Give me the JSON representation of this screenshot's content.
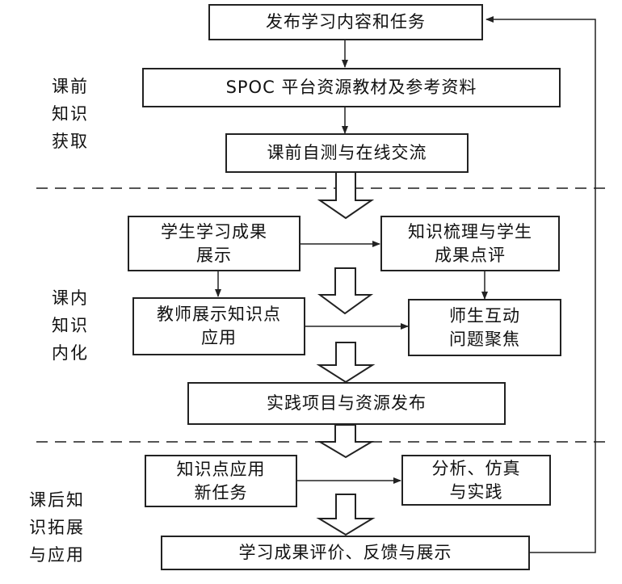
{
  "phases": {
    "pre_class": "课前\n知识\n获取",
    "in_class": "课内\n知识\n内化",
    "post_class": "课后知\n识拓展\n与应用"
  },
  "boxes": {
    "publish_tasks": "发布学习内容和任务",
    "spoc_resources": "SPOC 平台资源教材及参考资料",
    "self_test": "课前自测与在线交流",
    "student_showcase": "学生学习成果\n展示",
    "knowledge_review": "知识梳理与学生\n成果点评",
    "teacher_demo": "教师展示知识点\n应用",
    "qa_focus": "师生互动\n问题聚焦",
    "practice_release": "实践项目与资源发布",
    "new_tasks": "知识点应用\n新任务",
    "analysis_sim": "分析、仿真\n与实践",
    "evaluation": "学习成果评价、反馈与展示"
  }
}
